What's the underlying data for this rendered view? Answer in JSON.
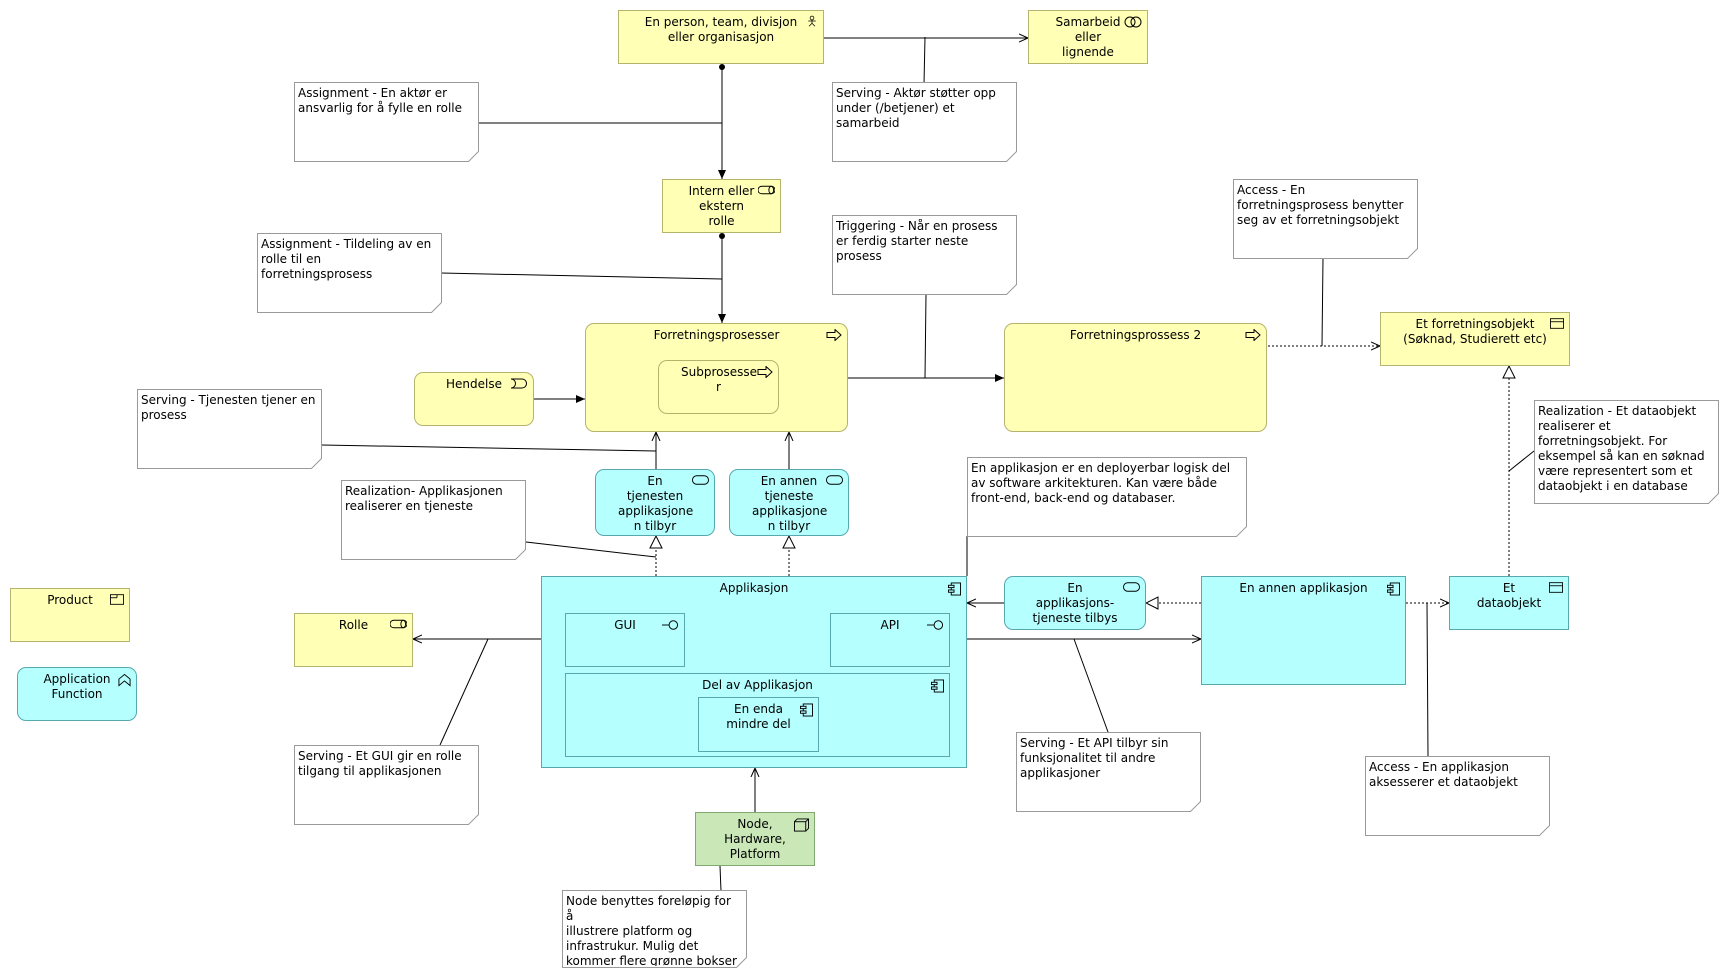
{
  "elements": {
    "actor": "En person, team, divisjon\neller organisasjon",
    "collaboration": "Samarbeid\neller\nlignende",
    "role": "Intern eller\nekstern rolle",
    "process": "Forretningsprosesser",
    "subprocess": "Subprosesse\nr",
    "process2": "Forretningsprossess 2",
    "business_object": "Et forretningsobjekt\n(Søknad, Studierett etc)",
    "event": "Hendelse",
    "app_service1": "En tjenesten\napplikasjone\nn tilbyr",
    "app_service2": "En annen\ntjeneste\napplikasjone\nn tilbyr",
    "application": "Applikasjon",
    "gui": "GUI",
    "api": "API",
    "app_part": "Del av Applikasjon",
    "app_part_small": "En enda\nmindre del",
    "app_service3": "En applikasjons-\ntjeneste tilbys",
    "other_application": "En annen applikasjon",
    "data_object": "Et\ndataobjekt",
    "product": "Product",
    "legend_role": "Rolle",
    "app_function": "Application\nFunction",
    "node": "Node,\nHardware,\nPlatform"
  },
  "notes": {
    "assignment_actor": "Assignment - En aktør er\nansvarlig for å fylle en rolle",
    "serving_actor": "Serving - Aktør støtter opp\nunder (/betjener) et\nsamarbeid",
    "assignment_role": "Assignment - Tildeling av en\nrolle til en forretningsprosess",
    "triggering": "Triggering - Når en prosess\ner ferdig starter neste\nprosess",
    "access_business": "Access - En\nforretningsprosess benytter\nseg av et forretningsobjekt",
    "serving_service": "Serving - Tjenesten tjener en\nprosess",
    "realization_app": "Realization- Applikasjonen\nrealiserer en tjeneste",
    "application_def": "En applikasjon er en deployerbar logisk del\nav software arkitekturen. Kan være både\nfront-end, back-end og databaser.",
    "realization_data": "Realization - Et dataobjekt\nrealiserer et\nforretningsobjekt. For\neksempel så kan en søknad\nvære representert som et\ndataobjekt i en database",
    "serving_gui": "Serving - Et GUI gir en rolle\ntilgang til applikasjonen",
    "serving_api": "Serving - Et API tilbyr sin\nfunksjonalitet til andre\napplikasjoner",
    "access_app": "Access - En applikasjon\naksesserer et dataobjekt",
    "node_note": "Node benyttes foreløpig for å\nillustrere platform og\ninfrastrukur. Mulig det\nkommer flere grønne bokser\ni fremtiden"
  },
  "colors": {
    "business": "#ffffb5",
    "application": "#b5ffff",
    "technology": "#c9e7b7"
  }
}
